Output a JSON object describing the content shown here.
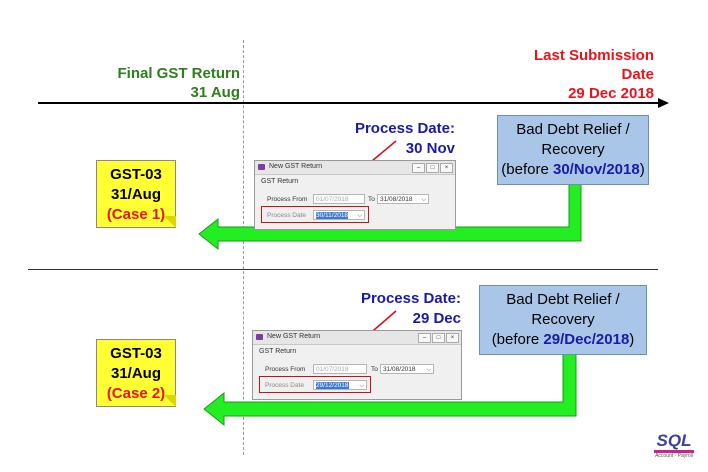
{
  "header": {
    "final_line1": "Final GST Return",
    "final_line2": "31 Aug",
    "last_line1": "Last Submission",
    "last_line2": "Date",
    "last_line3": "29 Dec 2018"
  },
  "cases": [
    {
      "note": {
        "line1": "GST-03",
        "line2": "31/Aug",
        "line3": "(Case 1)"
      },
      "process": {
        "line1": "Process Date:",
        "line2": "30 Nov"
      },
      "relief": {
        "line1": "Bad Debt Relief /",
        "line2": "Recovery",
        "prefix": "(before ",
        "date": "30/Nov/2018",
        "suffix": ")"
      },
      "window": {
        "title": "New GST Return",
        "group": "GST Return",
        "from_label": "Process From",
        "from_value": "01/07/2018",
        "to_label": "To",
        "to_value": "31/08/2018",
        "date_label": "Process Date",
        "date_value": "30/11/2018"
      }
    },
    {
      "note": {
        "line1": "GST-03",
        "line2": "31/Aug",
        "line3": "(Case 2)"
      },
      "process": {
        "line1": "Process Date:",
        "line2": "29 Dec"
      },
      "relief": {
        "line1": "Bad Debt Relief /",
        "line2": "Recovery",
        "prefix": "(before ",
        "date": "29/Dec/2018",
        "suffix": ")"
      },
      "window": {
        "title": "New GST Return",
        "group": "GST Return",
        "from_label": "Process From",
        "from_value": "01/07/2018",
        "to_label": "To",
        "to_value": "31/08/2018",
        "date_label": "Process Date",
        "date_value": "29/12/2018"
      }
    }
  ],
  "logo": {
    "text": "SQL",
    "sub1": "Account",
    "sub2": "Payroll"
  },
  "colors": {
    "green_text": "#2e7d1f",
    "red_text": "#e8141c",
    "blue_text": "#1a1aa8",
    "arrow_green": "#22ee22",
    "note_yellow": "#ffff33",
    "box_blue": "#a9c6e8"
  }
}
